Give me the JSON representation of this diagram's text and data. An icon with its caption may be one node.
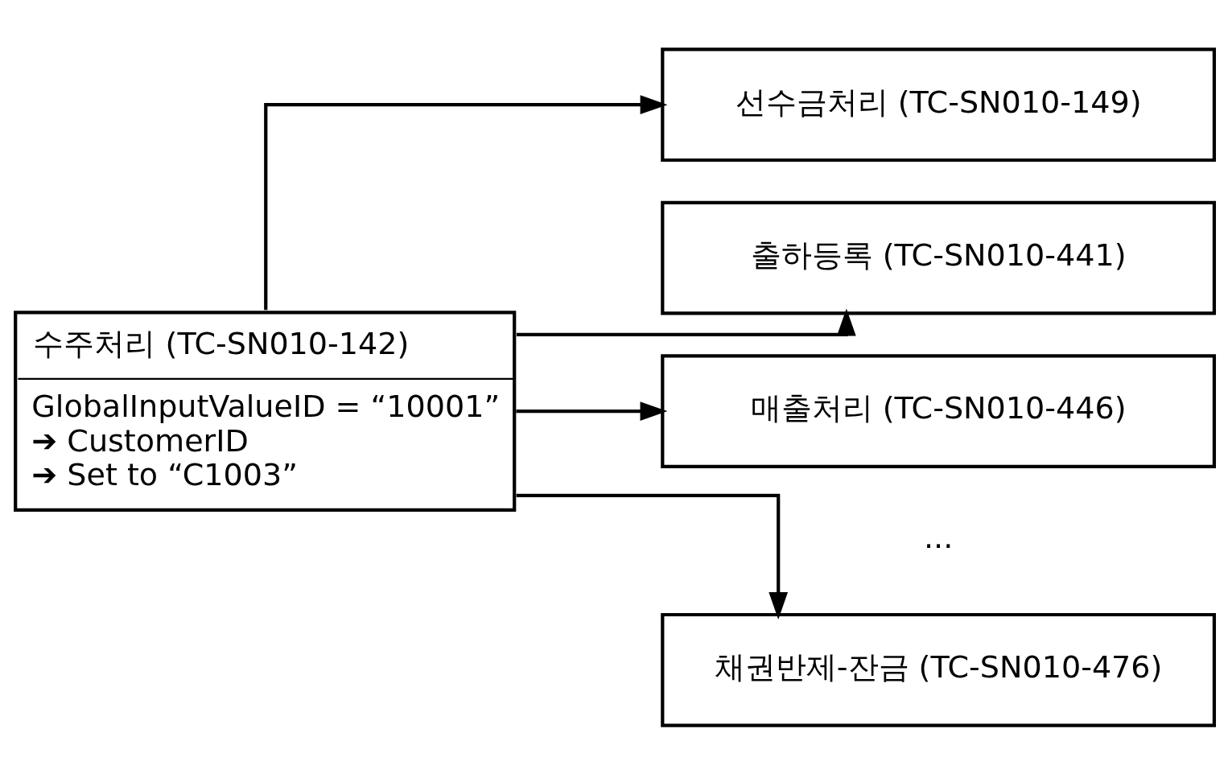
{
  "diagram": {
    "nodes": [
      {
        "text": [
          "수주처리 (TC-SN010-142)",
          "GlobalInputValueID = “10001”",
          "➔ CustomerID",
          "➔ Set to “C1003”"
        ]
      },
      {
        "text": [
          "선수금처리 (TC-SN010-149)"
        ]
      },
      {
        "text": [
          "출하등록 (TC-SN010-441)"
        ]
      },
      {
        "text": [
          "매출처리 (TC-SN010-446)"
        ]
      },
      {
        "text": [
          "채권반제-잔금 (TC-SN010-476)"
        ]
      }
    ],
    "edges": [
      {
        "from": 0,
        "to": 1,
        "arrow": "to"
      },
      {
        "from": 0,
        "to": 2,
        "arrow": "to"
      },
      {
        "from": 0,
        "to": 3,
        "arrow": "to"
      },
      {
        "from": 0,
        "to": 4,
        "arrow": "to"
      }
    ],
    "labels": [
      "..."
    ]
  }
}
